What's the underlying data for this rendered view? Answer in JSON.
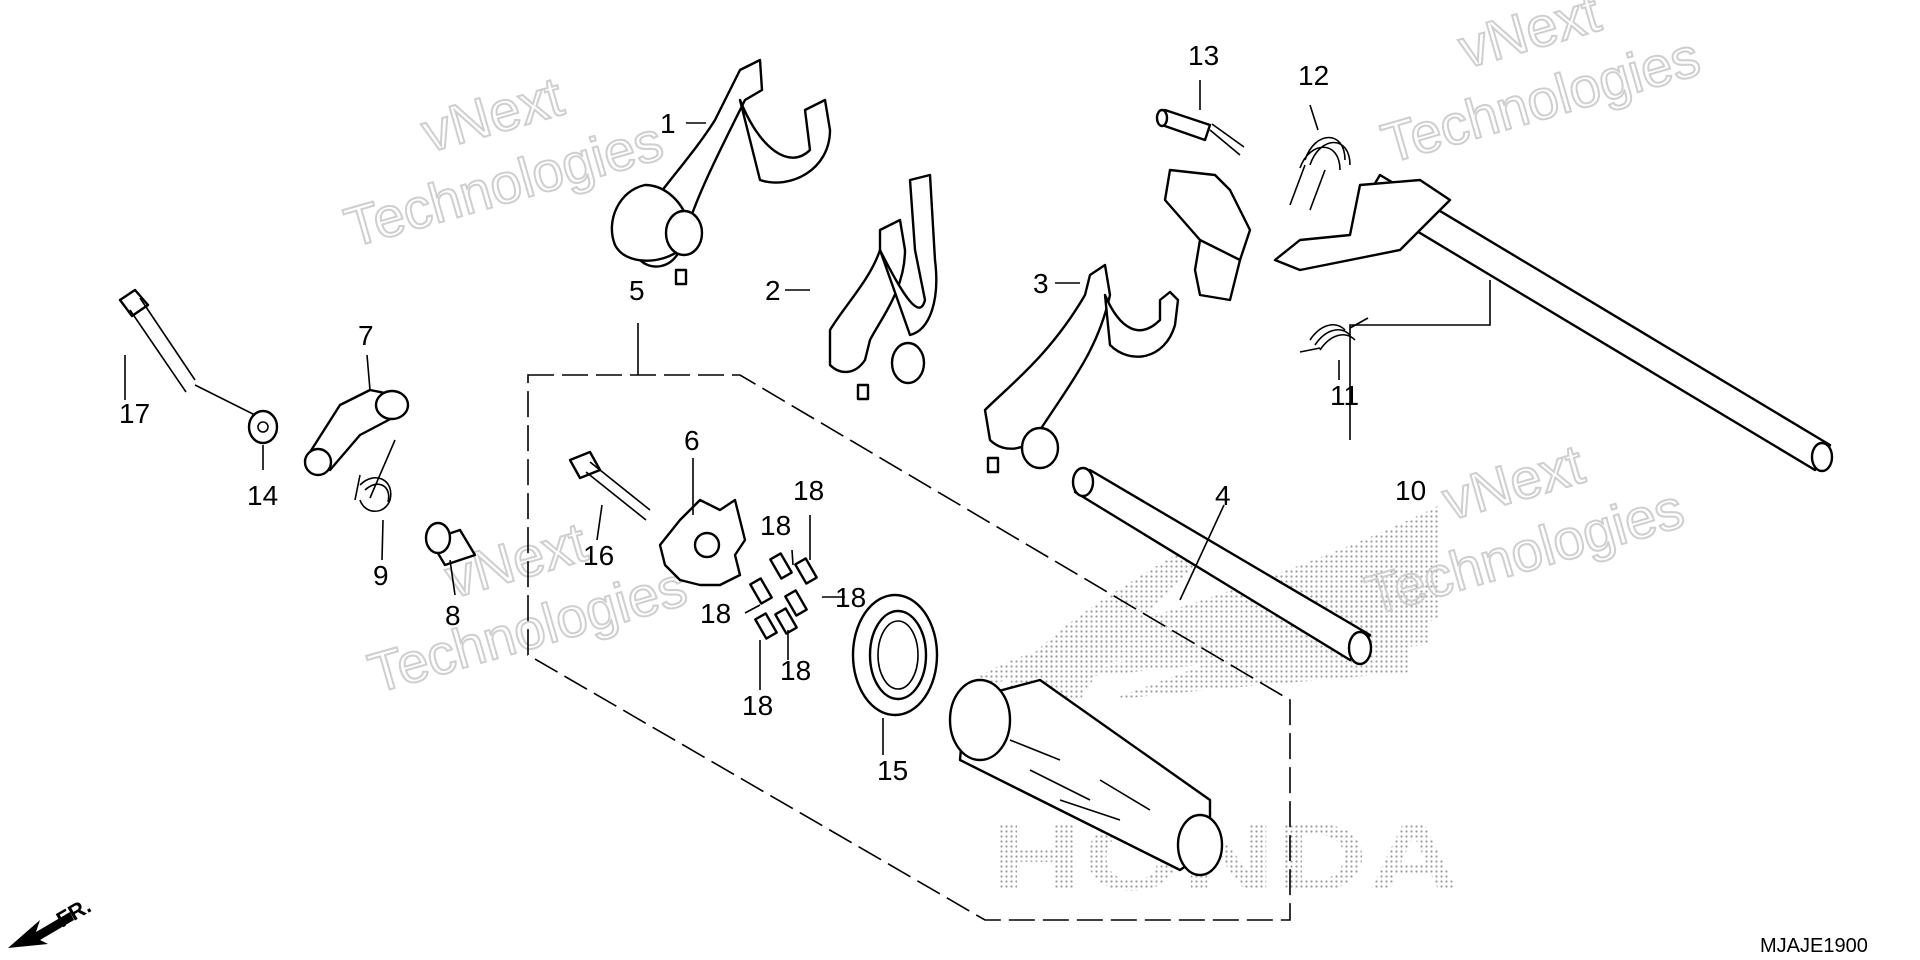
{
  "watermark": {
    "line1": "vNext",
    "line2": "Technologies"
  },
  "logo_text": "HONDA",
  "diagram_code": "MJAJE1900",
  "front_label": "FR.",
  "callouts": {
    "c1": "1",
    "c2": "2",
    "c3": "3",
    "c4": "4",
    "c5": "5",
    "c6": "6",
    "c7": "7",
    "c8": "8",
    "c9": "9",
    "c10": "10",
    "c11": "11",
    "c12": "12",
    "c13": "13",
    "c14": "14",
    "c15": "15",
    "c16": "16",
    "c17": "17",
    "c18": "18"
  }
}
